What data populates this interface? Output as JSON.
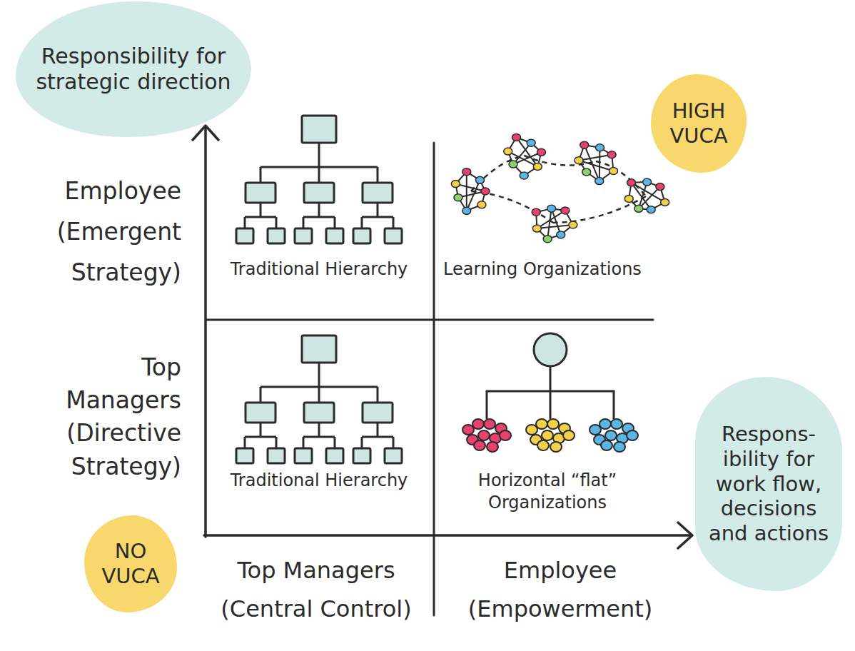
{
  "diagram": {
    "nodes": [
      {
        "text": [
          "Responsibility for strategic direction"
        ]
      },
      {
        "text": [
          "HIGH VUCA"
        ]
      },
      {
        "text": [
          "Respons-ibility for work flow, decisions and actions"
        ]
      },
      {
        "text": [
          "NO VUCA"
        ]
      }
    ],
    "labels": [
      "Employee (Emergent Strategy)",
      "Traditional Hierarchy",
      "Learning Organizations",
      "Top Managers (Directive Strategy)",
      "Traditional Hierarchy",
      "Horizontal “flat” Organizations",
      "Top Managers (Central Control)",
      "Employee (Empowerment)"
    ]
  }
}
